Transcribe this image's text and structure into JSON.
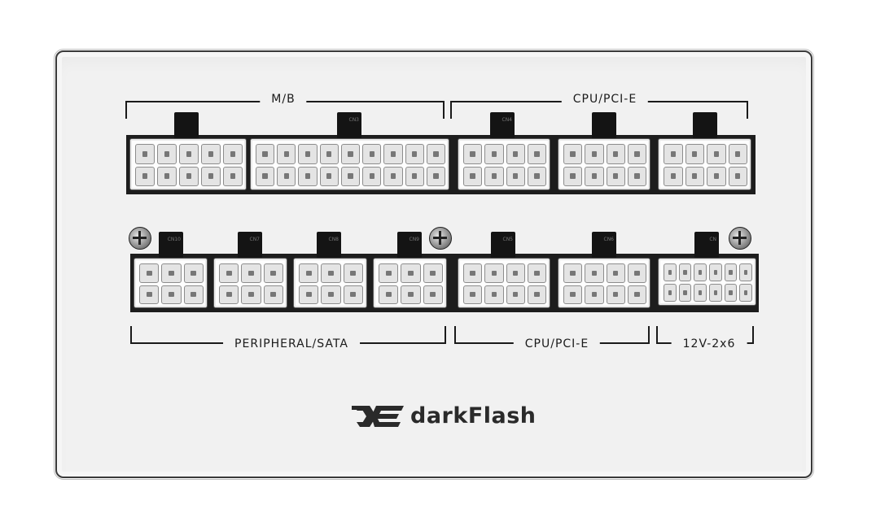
{
  "labels": {
    "mb": "M/B",
    "cpu_pcie_top": "CPU/PCI-E",
    "peripheral_sata": "PERIPHERAL/SATA",
    "cpu_pcie_bottom": "CPU/PCI-E",
    "hpwr": "12V-2x6"
  },
  "brand": {
    "name": "darkFlash"
  },
  "top_row_connectors": [
    {
      "name": "mb-connector-a",
      "cols": 5,
      "rows": 2,
      "latch_text": ""
    },
    {
      "name": "mb-connector-b",
      "cols": 9,
      "rows": 2,
      "latch_text": "CN3"
    },
    {
      "name": "cpu-pcie-connector-1",
      "cols": 4,
      "rows": 2,
      "latch_text": "CN4"
    },
    {
      "name": "cpu-pcie-connector-2",
      "cols": 4,
      "rows": 2,
      "latch_text": ""
    },
    {
      "name": "cpu-pcie-connector-3",
      "cols": 4,
      "rows": 2,
      "latch_text": ""
    }
  ],
  "bottom_row_connectors": [
    {
      "name": "peripheral-sata-connector-1",
      "cols": 3,
      "rows": 2,
      "latch_text": "CN10"
    },
    {
      "name": "peripheral-sata-connector-2",
      "cols": 3,
      "rows": 2,
      "latch_text": "CN7"
    },
    {
      "name": "peripheral-sata-connector-3",
      "cols": 3,
      "rows": 2,
      "latch_text": "CN8"
    },
    {
      "name": "peripheral-sata-connector-4",
      "cols": 3,
      "rows": 2,
      "latch_text": "CN9"
    },
    {
      "name": "cpu-pcie-connector-4",
      "cols": 4,
      "rows": 2,
      "latch_text": "CN5"
    },
    {
      "name": "cpu-pcie-connector-5",
      "cols": 4,
      "rows": 2,
      "latch_text": "CN6"
    },
    {
      "name": "12v-2x6-connector",
      "cols": 6,
      "rows": 2,
      "latch_text": "CN"
    }
  ]
}
